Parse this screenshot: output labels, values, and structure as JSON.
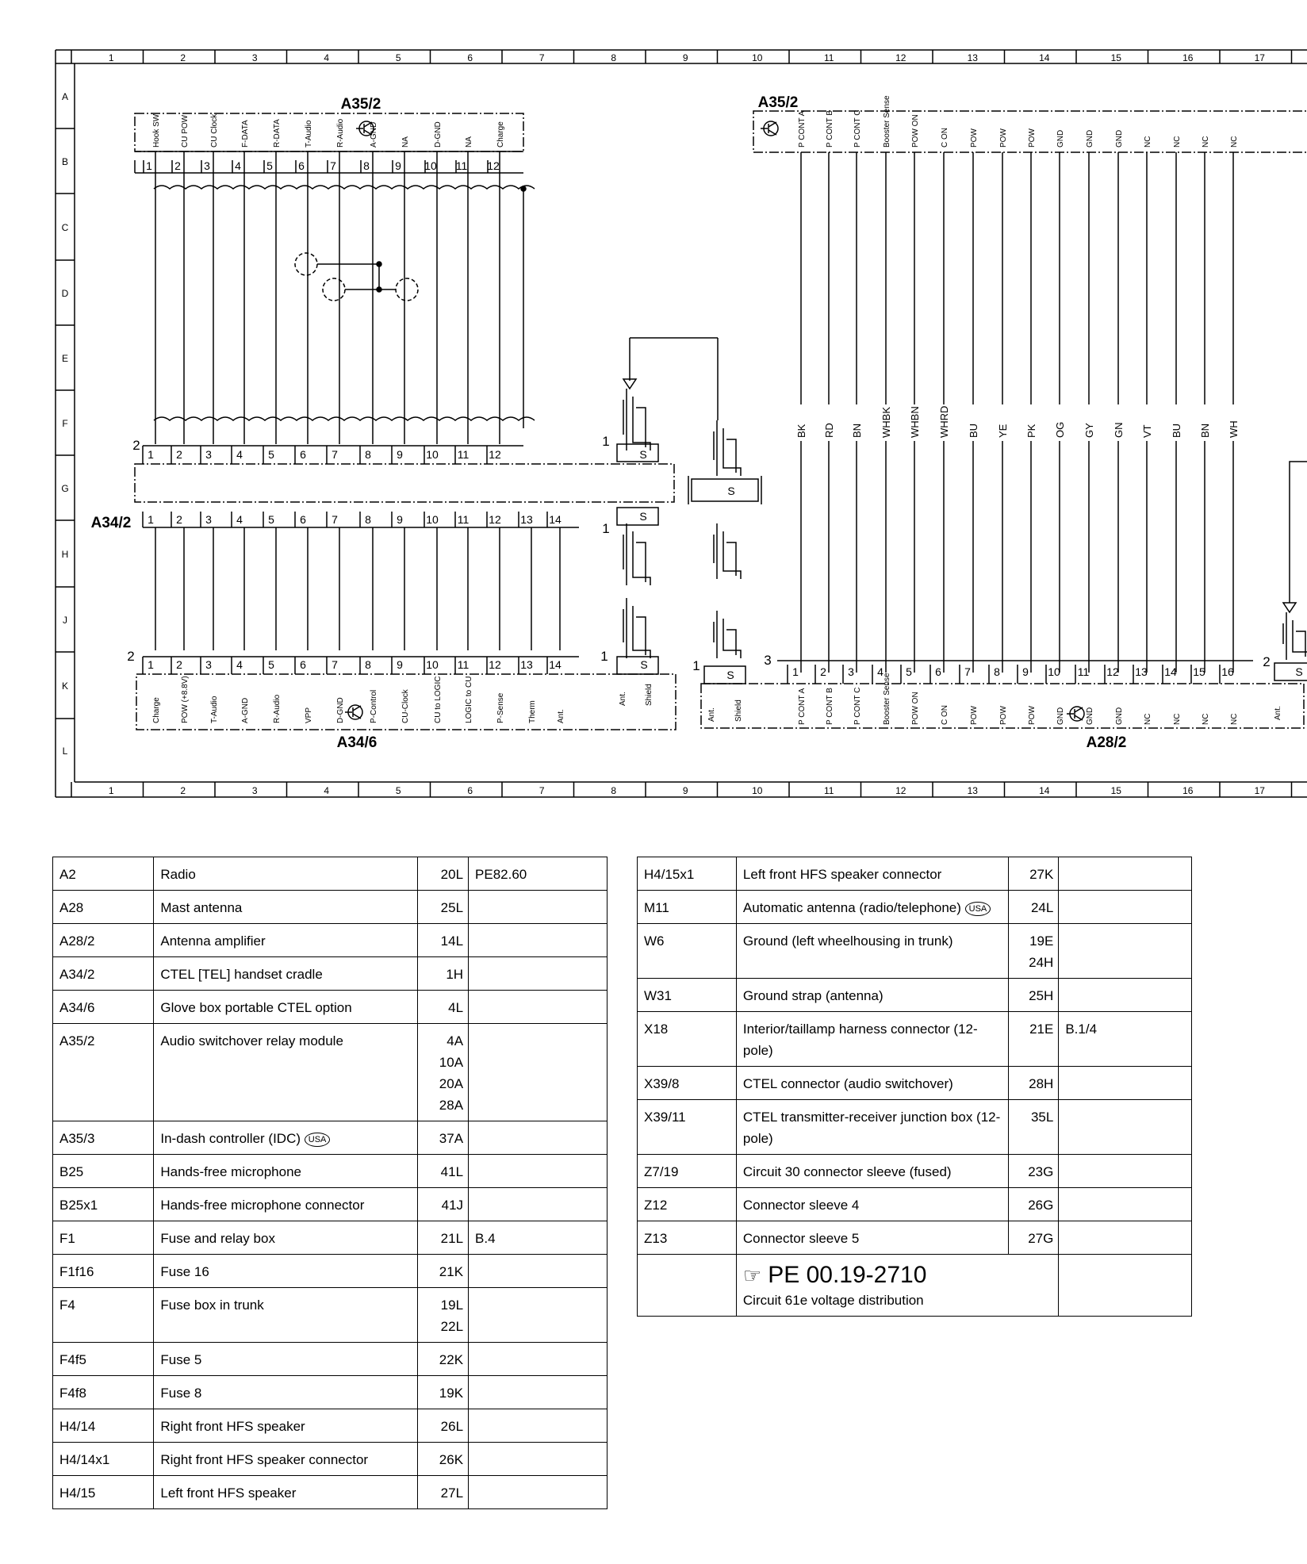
{
  "grid": {
    "columns": [
      "1",
      "2",
      "3",
      "4",
      "5",
      "6",
      "7",
      "8",
      "9",
      "10",
      "11",
      "12",
      "13",
      "14",
      "15",
      "16",
      "17"
    ],
    "rows": [
      "A",
      "B",
      "C",
      "D",
      "E",
      "F",
      "G",
      "H",
      "J",
      "K",
      "L"
    ]
  },
  "components": {
    "a35_2_left": "A35/2",
    "a35_2_right": "A35/2",
    "a34_2": "A34/2",
    "a34_6": "A34/6",
    "a28_2": "A28/2"
  },
  "a35_left_pins": {
    "labels": [
      "Hook SW",
      "CU POW",
      "CU Clock",
      "F-DATA",
      "R-DATA",
      "T-Audio",
      "R-Audio",
      "A-GND",
      "NA",
      "D-GND",
      "NA",
      "Charge"
    ],
    "numbers": [
      "1",
      "2",
      "3",
      "4",
      "5",
      "6",
      "7",
      "8",
      "9",
      "10",
      "11",
      "12"
    ]
  },
  "a34_2_top_pins": [
    "1",
    "2",
    "3",
    "4",
    "5",
    "6",
    "7",
    "8",
    "9",
    "10",
    "11",
    "12"
  ],
  "a34_2_bottom_pins": [
    "1",
    "2",
    "3",
    "4",
    "5",
    "6",
    "7",
    "8",
    "9",
    "10",
    "11",
    "12",
    "13",
    "14"
  ],
  "a34_6_pins": {
    "labels": [
      "Charge",
      "POW (+8.8V)",
      "T-Audio",
      "A-GND",
      "R-Audio",
      "VPP",
      "D-GND",
      "P-Control",
      "CU-Clock",
      "CU to LOGIC",
      "LOGIC to CU",
      "P-Sense",
      "Therm",
      "Ant."
    ],
    "numbers": [
      "1",
      "2",
      "3",
      "4",
      "5",
      "6",
      "7",
      "8",
      "9",
      "10",
      "11",
      "12",
      "13",
      "14"
    ]
  },
  "a35_right_pins": {
    "labels": [
      "P CONT A",
      "P CONT B",
      "P CONT C",
      "Booster Sense",
      "POW ON",
      "C ON",
      "POW",
      "POW",
      "POW",
      "GND",
      "GND",
      "GND",
      "NC",
      "NC",
      "NC",
      "NC"
    ]
  },
  "wire_colors": [
    "BK",
    "RD",
    "BN",
    "WHBK",
    "WHBN",
    "WHRD",
    "BU",
    "YE",
    "PK",
    "OG",
    "GY",
    "GN",
    "VT",
    "BU",
    "BN",
    "WH"
  ],
  "a28_2_pins": {
    "labels": [
      "P CONT A",
      "P CONT B",
      "P CONT C",
      "Booster Sense",
      "POW ON",
      "C ON",
      "POW",
      "POW",
      "POW",
      "GND",
      "GND",
      "GND",
      "NC",
      "NC",
      "NC",
      "NC"
    ],
    "numbers": [
      "1",
      "2",
      "3",
      "4",
      "5",
      "6",
      "7",
      "8",
      "9",
      "10",
      "11",
      "12",
      "13",
      "14",
      "15",
      "16"
    ]
  },
  "antenna_labels": {
    "ant": "Ant.",
    "shield": "Shield",
    "s": "S",
    "one": "1",
    "two": "2",
    "three": "3"
  },
  "legend_left": [
    {
      "code": "A2",
      "desc": "Radio",
      "loc": "20L",
      "ref": "PE82.60"
    },
    {
      "code": "A28",
      "desc": "Mast antenna",
      "loc": "25L",
      "ref": ""
    },
    {
      "code": "A28/2",
      "desc": "Antenna amplifier",
      "loc": "14L",
      "ref": ""
    },
    {
      "code": "A34/2",
      "desc": "CTEL [TEL] handset cradle",
      "loc": "1H",
      "ref": ""
    },
    {
      "code": "A34/6",
      "desc": "Glove box portable CTEL option",
      "loc": "4L",
      "ref": ""
    },
    {
      "code": "A35/2",
      "desc": "Audio switchover relay module",
      "loc": "4A\n10A\n20A\n28A",
      "ref": ""
    },
    {
      "code": "A35/3",
      "desc": "In-dash controller (IDC)",
      "loc": "37A",
      "ref": "",
      "usa": "USA"
    },
    {
      "code": "B25",
      "desc": "Hands-free microphone",
      "loc": "41L",
      "ref": ""
    },
    {
      "code": "B25x1",
      "desc": "Hands-free microphone connector",
      "loc": "41J",
      "ref": ""
    },
    {
      "code": "F1",
      "desc": "Fuse and relay box",
      "loc": "21L",
      "ref": "B.4"
    },
    {
      "code": "F1f16",
      "desc": "Fuse 16",
      "loc": "21K",
      "ref": ""
    },
    {
      "code": "F4",
      "desc": "Fuse box in trunk",
      "loc": "19L\n22L",
      "ref": ""
    },
    {
      "code": "F4f5",
      "desc": "Fuse 5",
      "loc": "22K",
      "ref": ""
    },
    {
      "code": "F4f8",
      "desc": "Fuse 8",
      "loc": "19K",
      "ref": ""
    },
    {
      "code": "H4/14",
      "desc": "Right front HFS speaker",
      "loc": "26L",
      "ref": ""
    },
    {
      "code": "H4/14x1",
      "desc": "Right front HFS speaker connector",
      "loc": "26K",
      "ref": ""
    },
    {
      "code": "H4/15",
      "desc": "Left front HFS speaker",
      "loc": "27L",
      "ref": ""
    }
  ],
  "legend_right": [
    {
      "code": "H4/15x1",
      "desc": "Left front HFS speaker connector",
      "loc": "27K",
      "ref": ""
    },
    {
      "code": "M11",
      "desc": "Automatic antenna (radio/telephone)",
      "loc": "24L",
      "ref": "",
      "usa": "USA"
    },
    {
      "code": "W6",
      "desc": "Ground (left wheelhousing in trunk)",
      "loc": "19E\n24H",
      "ref": ""
    },
    {
      "code": "W31",
      "desc": "Ground strap (antenna)",
      "loc": "25H",
      "ref": ""
    },
    {
      "code": "X18",
      "desc": "Interior/taillamp harness connector (12-pole)",
      "loc": "21E",
      "ref": "B.1/4"
    },
    {
      "code": "X39/8",
      "desc": "CTEL connector (audio switchover)",
      "loc": "28H",
      "ref": ""
    },
    {
      "code": "X39/11",
      "desc": "CTEL transmitter-receiver junction box (12-pole)",
      "loc": "35L",
      "ref": ""
    },
    {
      "code": "Z7/19",
      "desc": "Circuit 30 connector sleeve (fused)",
      "loc": "23G",
      "ref": ""
    },
    {
      "code": "Z12",
      "desc": "Connector sleeve 4",
      "loc": "26G",
      "ref": ""
    },
    {
      "code": "Z13",
      "desc": "Connector sleeve 5",
      "loc": "27G",
      "ref": ""
    }
  ],
  "reference": {
    "icon": "pointing-hand-icon",
    "code": "PE 00.19-2710",
    "text": "Circuit 61e voltage distribution"
  }
}
